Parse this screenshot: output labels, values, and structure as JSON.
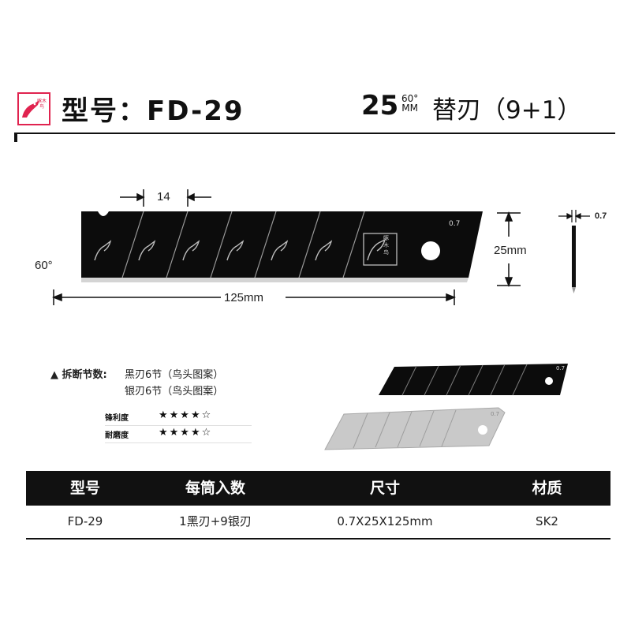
{
  "header": {
    "logo_text": "啄木鸟",
    "model_title": "型号：FD-29",
    "size_number": "25",
    "size_angle": "60°",
    "size_unit": "MM",
    "size_description": "替刃（9+1）"
  },
  "blade_diagram": {
    "segment_width": "14",
    "blade_thickness": "0.7",
    "blade_height": "25mm",
    "blade_length": "125mm",
    "blade_angle": "60°",
    "blade_mark": "0.7",
    "logo_text": "啄木鸟"
  },
  "properties": {
    "breakoff_label": "拆断节数:",
    "breakoff_line1": "黑刃6节（鸟头图案）",
    "breakoff_line2": "银刃6节（鸟头图案）",
    "ratings": [
      {
        "label": "锋利度",
        "stars": "★★★★☆"
      },
      {
        "label": "耐磨度",
        "stars": "★★★★☆"
      }
    ]
  },
  "photo": {
    "black_blade_mark": "0.7",
    "silver_blade_mark": "0.7"
  },
  "spec_table": {
    "headers": [
      "型号",
      "每筒入数",
      "尺寸",
      "材质"
    ],
    "row": [
      "FD-29",
      "1黑刃+9银刃",
      "0.7X25X125mm",
      "SK2"
    ]
  },
  "colors": {
    "logo_border": "#e0234f",
    "blade_black": "#0c0c0c",
    "blade_silver": "#c9c9c9",
    "table_header": "#111111"
  }
}
